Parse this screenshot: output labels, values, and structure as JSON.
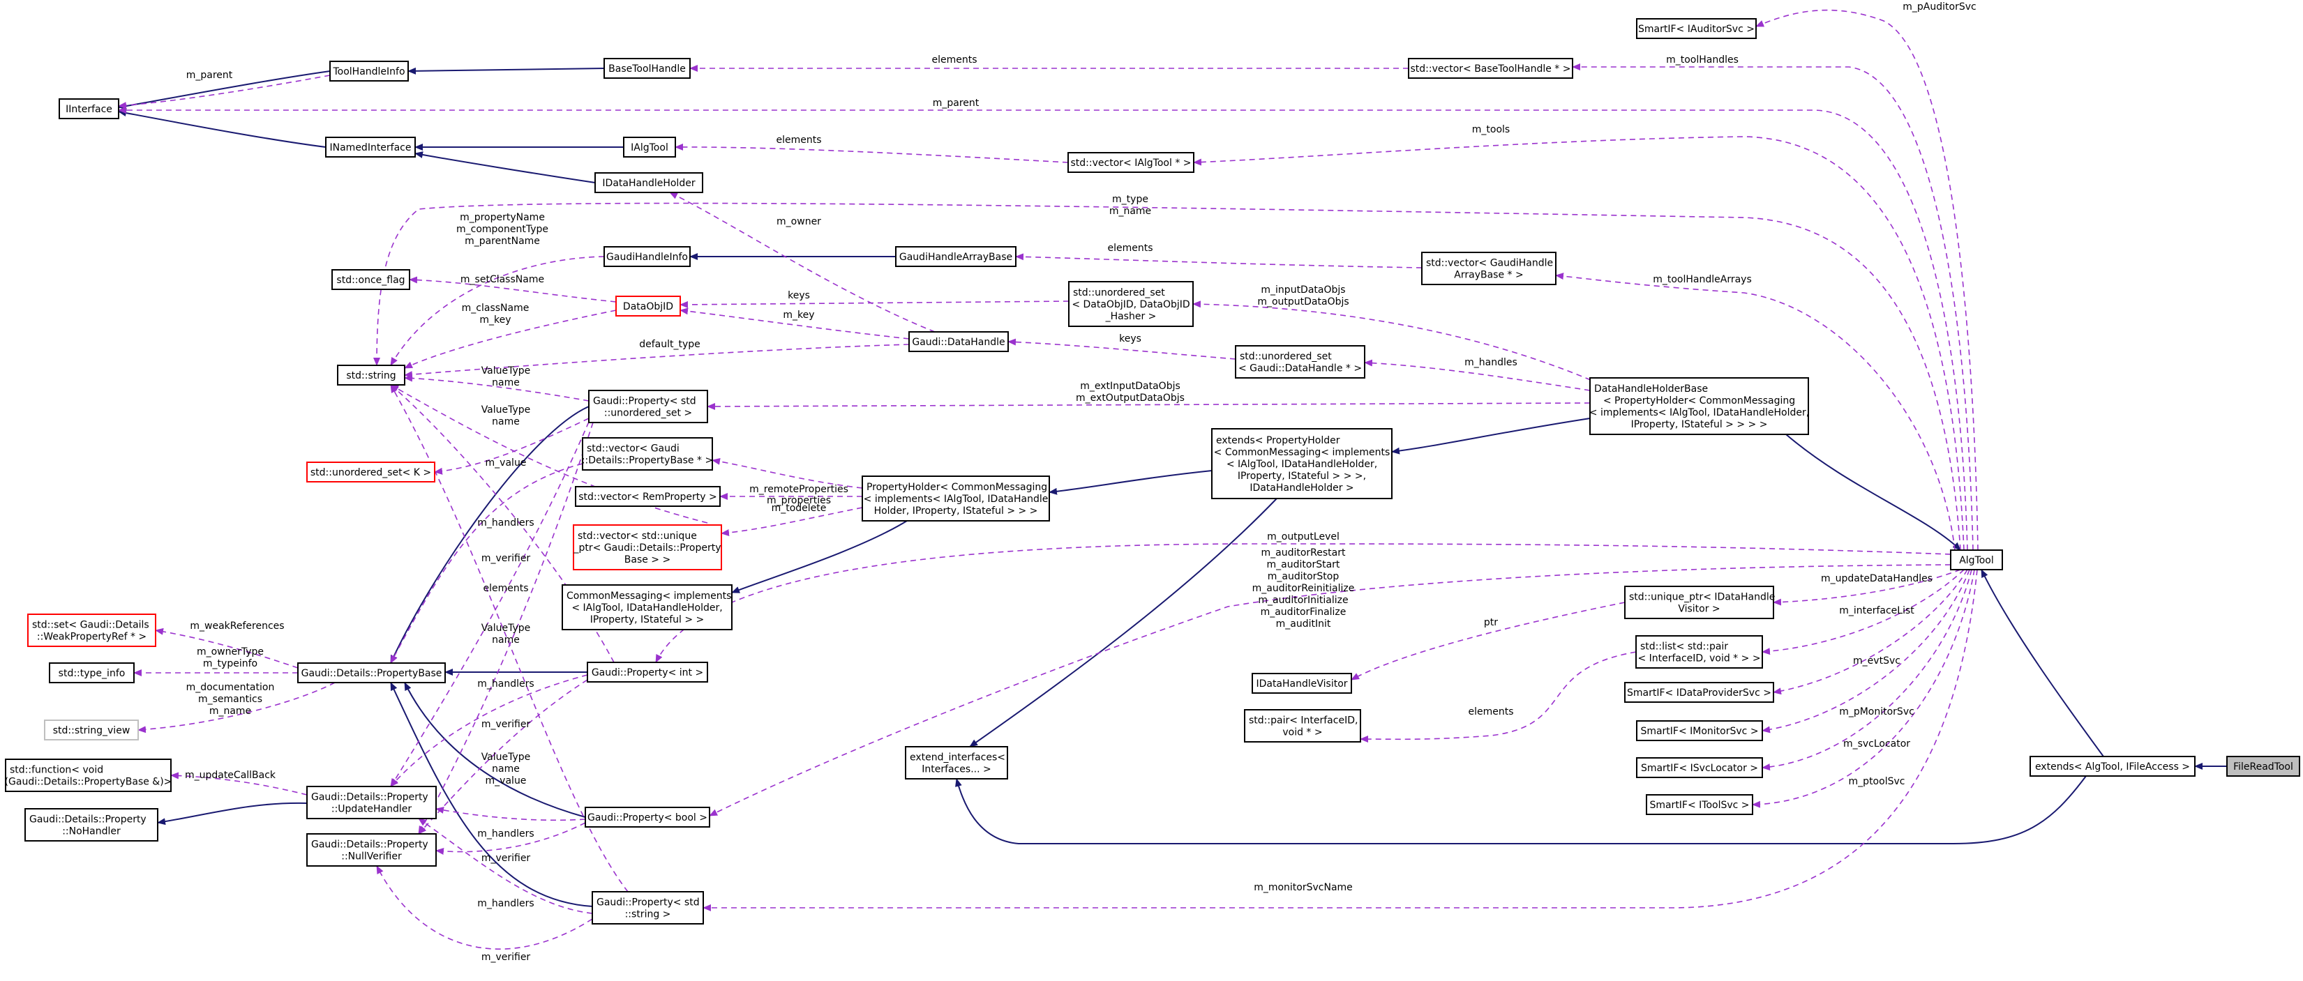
{
  "nodes": {
    "FileReadTool": [
      "FileReadTool"
    ],
    "extends_algtool": [
      "extends< AlgTool, IFileAccess >"
    ],
    "AlgTool": [
      "AlgTool"
    ],
    "SmartIF_IAuditorSvc": [
      "SmartIF< IAuditorSvc >"
    ],
    "vector_BaseToolHandle": [
      "std::vector< BaseToolHandle * >"
    ],
    "BaseToolHandle": [
      "BaseToolHandle"
    ],
    "ToolHandleInfo": [
      "ToolHandleInfo"
    ],
    "IInterface": [
      "IInterface"
    ],
    "INamedInterface": [
      "INamedInterface"
    ],
    "IAlgTool": [
      "IAlgTool"
    ],
    "vector_IAlgTool": [
      "std::vector< IAlgTool * >"
    ],
    "IDataHandleHolder": [
      "IDataHandleHolder"
    ],
    "GaudiHandleInfo": [
      "GaudiHandleInfo"
    ],
    "GaudiHandleArrayBase": [
      "GaudiHandleArrayBase"
    ],
    "vector_GaudiHandleArrayBase": [
      "std::vector< GaudiHandle",
      "ArrayBase * >"
    ],
    "once_flag": [
      "std::once_flag"
    ],
    "DataObjID": [
      "DataObjID"
    ],
    "unordered_set_DataObjID": [
      "std::unordered_set",
      "< DataObjID, DataObjID",
      "_Hasher >"
    ],
    "DataHandle": [
      "Gaudi::DataHandle"
    ],
    "unordered_set_DataHandle": [
      "std::unordered_set",
      "< Gaudi::DataHandle * >"
    ],
    "DataHandleHolderBase": [
      "DataHandleHolderBase",
      "< PropertyHolder< CommonMessaging",
      "< implements< IAlgTool, IDataHandleHolder,",
      "IProperty, IStateful > > > >"
    ],
    "string": [
      "std::string"
    ],
    "Property_unordered_set": [
      "Gaudi::Property< std",
      "::unordered_set >"
    ],
    "unordered_set_K": [
      "std::unordered_set< K >"
    ],
    "vector_PropertyBase": [
      "std::vector< Gaudi",
      "::Details::PropertyBase * >"
    ],
    "vector_RemProperty": [
      "std::vector< RemProperty >"
    ],
    "vector_unique_ptr": [
      "std::vector< std::unique",
      "_ptr< Gaudi::Details::Property",
      "Base > >"
    ],
    "PropertyHolder": [
      "PropertyHolder< CommonMessaging",
      "< implements< IAlgTool, IDataHandle",
      "Holder, IProperty, IStateful > > >"
    ],
    "extends_PropertyHolder": [
      "extends< PropertyHolder",
      "< CommonMessaging< implements",
      "< IAlgTool, IDataHandleHolder,",
      "IProperty, IStateful > > >,",
      "IDataHandleHolder >"
    ],
    "CommonMessaging": [
      "CommonMessaging< implements",
      "< IAlgTool, IDataHandleHolder,",
      "IProperty, IStateful > >"
    ],
    "set_WeakPropertyRef": [
      "std::set< Gaudi::Details",
      "::WeakPropertyRef * >"
    ],
    "type_info": [
      "std::type_info"
    ],
    "string_view": [
      "std::string_view"
    ],
    "PropertyBase": [
      "Gaudi::Details::PropertyBase"
    ],
    "Property_int": [
      "Gaudi::Property< int >"
    ],
    "function_void": [
      "std::function< void",
      "(Gaudi::Details::PropertyBase &)>"
    ],
    "NoHandler": [
      "Gaudi::Details::Property",
      "::NoHandler"
    ],
    "UpdateHandler": [
      "Gaudi::Details::Property",
      "::UpdateHandler"
    ],
    "NullVerifier": [
      "Gaudi::Details::Property",
      "::NullVerifier"
    ],
    "Property_bool": [
      "Gaudi::Property< bool >"
    ],
    "Property_string": [
      "Gaudi::Property< std",
      "::string >"
    ],
    "extend_interfaces": [
      "extend_interfaces<",
      "Interfaces... >"
    ],
    "unique_ptr_IDataHandleVisitor": [
      "std::unique_ptr< IDataHandle",
      "Visitor >"
    ],
    "IDataHandleVisitor": [
      "IDataHandleVisitor"
    ],
    "list_pair": [
      "std::list< std::pair",
      "< InterfaceID, void * > >"
    ],
    "pair_InterfaceID": [
      "std::pair< InterfaceID,",
      "void * >"
    ],
    "SmartIF_IDataProviderSvc": [
      "SmartIF< IDataProviderSvc >"
    ],
    "SmartIF_IMonitorSvc": [
      "SmartIF< IMonitorSvc >"
    ],
    "SmartIF_ISvcLocator": [
      "SmartIF< ISvcLocator >"
    ],
    "SmartIF_IToolSvc": [
      "SmartIF< IToolSvc >"
    ]
  },
  "edge_labels": {
    "m_pAuditorSvc": [
      "m_pAuditorSvc"
    ],
    "m_toolHandles": [
      "m_toolHandles"
    ],
    "elements_basetool": [
      "elements"
    ],
    "m_parent_toolhandleinfo": [
      "m_parent"
    ],
    "m_parent_algtool": [
      "m_parent"
    ],
    "m_tools": [
      "m_tools"
    ],
    "elements_ialgtool": [
      "elements"
    ],
    "m_type_name": [
      "m_type",
      "m_name"
    ],
    "gaudihandleinfo_strings": [
      "m_propertyName",
      "m_componentType",
      "m_parentName"
    ],
    "m_owner": [
      "m_owner"
    ],
    "elements_gaudihandlearray": [
      "elements"
    ],
    "m_toolHandleArrays": [
      "m_toolHandleArrays"
    ],
    "m_setClassName": [
      "m_setClassName"
    ],
    "dataobjid_strings": [
      "m_className",
      "m_key"
    ],
    "keys_dataobjid": [
      "keys"
    ],
    "m_key_datahandle": [
      "m_key"
    ],
    "m_inputDataObjs": [
      "m_inputDataObjs",
      "m_outputDataObjs"
    ],
    "default_type": [
      "default_type"
    ],
    "keys_datahandle": [
      "keys"
    ],
    "m_handles_holder": [
      "m_handles"
    ],
    "valuetype_name_unordered": [
      "ValueType",
      "name"
    ],
    "m_extInputDataObjs": [
      "m_extInputDataObjs",
      "m_extOutputDataObjs"
    ],
    "valuetype_name_2": [
      "ValueType",
      "name"
    ],
    "m_value": [
      "m_value"
    ],
    "m_properties": [
      "m_properties"
    ],
    "m_remoteProperties": [
      "m_remoteProperties"
    ],
    "m_todelete": [
      "m_todelete"
    ],
    "m_handlers_1": [
      "m_handlers"
    ],
    "m_verifier_1": [
      "m_verifier"
    ],
    "elements_propertybase": [
      "elements"
    ],
    "valuetype_name_int": [
      "ValueType",
      "name"
    ],
    "m_outputLevel": [
      "m_outputLevel"
    ],
    "m_auditors": [
      "m_auditorRestart",
      "m_auditorStart",
      "m_auditorStop",
      "m_auditorReinitialize",
      "m_auditorInitialize",
      "m_auditorFinalize",
      "m_auditInit"
    ],
    "m_updateDataHandles": [
      "m_updateDataHandles"
    ],
    "ptr": [
      "ptr"
    ],
    "m_interfaceList": [
      "m_interfaceList"
    ],
    "elements_pair": [
      "elements"
    ],
    "m_evtSvc": [
      "m_evtSvc"
    ],
    "m_pMonitorSvc": [
      "m_pMonitorSvc"
    ],
    "m_svcLocator": [
      "m_svcLocator"
    ],
    "m_ptoolSvc": [
      "m_ptoolSvc"
    ],
    "m_monitorSvcName": [
      "m_monitorSvcName"
    ],
    "m_weakReferences": [
      "m_weakReferences"
    ],
    "m_ownerType_typeinfo": [
      "m_ownerType",
      "m_typeinfo"
    ],
    "m_documentation": [
      "m_documentation",
      "m_semantics",
      "m_name"
    ],
    "m_handlers_2": [
      "m_handlers"
    ],
    "m_verifier_2": [
      "m_verifier"
    ],
    "m_updateCallBack": [
      "m_updateCallBack"
    ],
    "valuetype_name_value": [
      "ValueType",
      "name",
      "m_value"
    ],
    "m_handlers_3": [
      "m_handlers"
    ],
    "m_verifier_3": [
      "m_verifier"
    ],
    "m_handlers_4": [
      "m_handlers"
    ],
    "m_verifier_4": [
      "m_verifier"
    ]
  }
}
